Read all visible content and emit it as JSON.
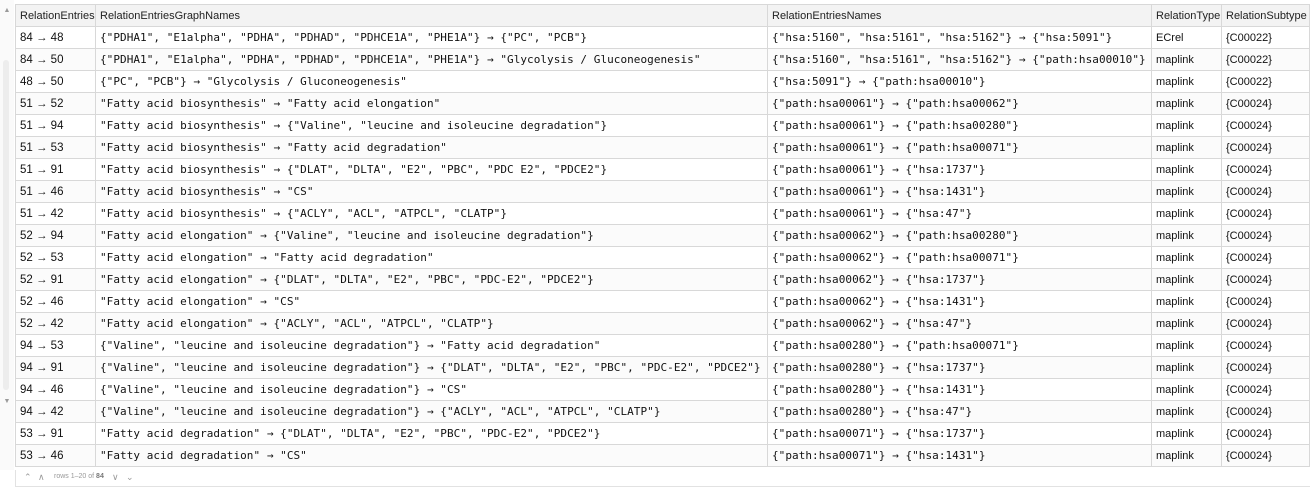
{
  "columns": [
    "RelationEntries",
    "RelationEntriesGraphNames",
    "RelationEntriesNames",
    "RelationType",
    "RelationSubtype"
  ],
  "rows": [
    [
      "84 → 48",
      "{\"PDHA1\", \"E1alpha\", \"PDHA\", \"PDHAD\", \"PDHCE1A\", \"PHE1A\"} → {\"PC\", \"PCB\"}",
      "{\"hsa:5160\", \"hsa:5161\", \"hsa:5162\"} → {\"hsa:5091\"}",
      "ECrel",
      "{C00022}"
    ],
    [
      "84 → 50",
      "{\"PDHA1\", \"E1alpha\", \"PDHA\", \"PDHAD\", \"PDHCE1A\", \"PHE1A\"} → \"Glycolysis / Gluconeogenesis\"",
      "{\"hsa:5160\", \"hsa:5161\", \"hsa:5162\"} → {\"path:hsa00010\"}",
      "maplink",
      "{C00022}"
    ],
    [
      "48 → 50",
      "{\"PC\", \"PCB\"} → \"Glycolysis / Gluconeogenesis\"",
      "{\"hsa:5091\"} → {\"path:hsa00010\"}",
      "maplink",
      "{C00022}"
    ],
    [
      "51 → 52",
      "\"Fatty acid biosynthesis\" → \"Fatty acid elongation\"",
      "{\"path:hsa00061\"} → {\"path:hsa00062\"}",
      "maplink",
      "{C00024}"
    ],
    [
      "51 → 94",
      "\"Fatty acid biosynthesis\" → {\"Valine\", \"leucine and isoleucine degradation\"}",
      "{\"path:hsa00061\"} → {\"path:hsa00280\"}",
      "maplink",
      "{C00024}"
    ],
    [
      "51 → 53",
      "\"Fatty acid biosynthesis\" → \"Fatty acid degradation\"",
      "{\"path:hsa00061\"} → {\"path:hsa00071\"}",
      "maplink",
      "{C00024}"
    ],
    [
      "51 → 91",
      "\"Fatty acid biosynthesis\" → {\"DLAT\", \"DLTA\", \"E2\", \"PBC\", \"PDC E2\", \"PDCE2\"}",
      "{\"path:hsa00061\"} → {\"hsa:1737\"}",
      "maplink",
      "{C00024}"
    ],
    [
      "51 → 46",
      "\"Fatty acid biosynthesis\" → \"CS\"",
      "{\"path:hsa00061\"} → {\"hsa:1431\"}",
      "maplink",
      "{C00024}"
    ],
    [
      "51 → 42",
      "\"Fatty acid biosynthesis\" → {\"ACLY\", \"ACL\", \"ATPCL\", \"CLATP\"}",
      "{\"path:hsa00061\"} → {\"hsa:47\"}",
      "maplink",
      "{C00024}"
    ],
    [
      "52 → 94",
      "\"Fatty acid elongation\" → {\"Valine\", \"leucine and isoleucine degradation\"}",
      "{\"path:hsa00062\"} → {\"path:hsa00280\"}",
      "maplink",
      "{C00024}"
    ],
    [
      "52 → 53",
      "\"Fatty acid elongation\" → \"Fatty acid degradation\"",
      "{\"path:hsa00062\"} → {\"path:hsa00071\"}",
      "maplink",
      "{C00024}"
    ],
    [
      "52 → 91",
      "\"Fatty acid elongation\" → {\"DLAT\", \"DLTA\", \"E2\", \"PBC\", \"PDC-E2\", \"PDCE2\"}",
      "{\"path:hsa00062\"} → {\"hsa:1737\"}",
      "maplink",
      "{C00024}"
    ],
    [
      "52 → 46",
      "\"Fatty acid elongation\" → \"CS\"",
      "{\"path:hsa00062\"} → {\"hsa:1431\"}",
      "maplink",
      "{C00024}"
    ],
    [
      "52 → 42",
      "\"Fatty acid elongation\" → {\"ACLY\", \"ACL\", \"ATPCL\", \"CLATP\"}",
      "{\"path:hsa00062\"} → {\"hsa:47\"}",
      "maplink",
      "{C00024}"
    ],
    [
      "94 → 53",
      "{\"Valine\", \"leucine and isoleucine degradation\"} → \"Fatty acid degradation\"",
      "{\"path:hsa00280\"} → {\"path:hsa00071\"}",
      "maplink",
      "{C00024}"
    ],
    [
      "94 → 91",
      "{\"Valine\", \"leucine and isoleucine degradation\"} → {\"DLAT\", \"DLTA\", \"E2\", \"PBC\", \"PDC-E2\", \"PDCE2\"}",
      "{\"path:hsa00280\"} → {\"hsa:1737\"}",
      "maplink",
      "{C00024}"
    ],
    [
      "94 → 46",
      "{\"Valine\", \"leucine and isoleucine degradation\"} → \"CS\"",
      "{\"path:hsa00280\"} → {\"hsa:1431\"}",
      "maplink",
      "{C00024}"
    ],
    [
      "94 → 42",
      "{\"Valine\", \"leucine and isoleucine degradation\"} → {\"ACLY\", \"ACL\", \"ATPCL\", \"CLATP\"}",
      "{\"path:hsa00280\"} → {\"hsa:47\"}",
      "maplink",
      "{C00024}"
    ],
    [
      "53 → 91",
      "\"Fatty acid degradation\" → {\"DLAT\", \"DLTA\", \"E2\", \"PBC\", \"PDC-E2\", \"PDCE2\"}",
      "{\"path:hsa00071\"} → {\"hsa:1737\"}",
      "maplink",
      "{C00024}"
    ],
    [
      "53 → 46",
      "\"Fatty acid degradation\" → \"CS\"",
      "{\"path:hsa00071\"} → {\"hsa:1431\"}",
      "maplink",
      "{C00024}"
    ]
  ],
  "pager": {
    "first_icon": "double-chevron-up-icon",
    "prev_icon": "chevron-up-icon",
    "next_icon": "chevron-down-icon",
    "last_icon": "double-chevron-down-icon",
    "rows_prefix": "rows 1–20 of",
    "rows_total": "84"
  },
  "scrollbar": {
    "up_icon": "triangle-up-icon",
    "down_icon": "triangle-down-icon"
  }
}
